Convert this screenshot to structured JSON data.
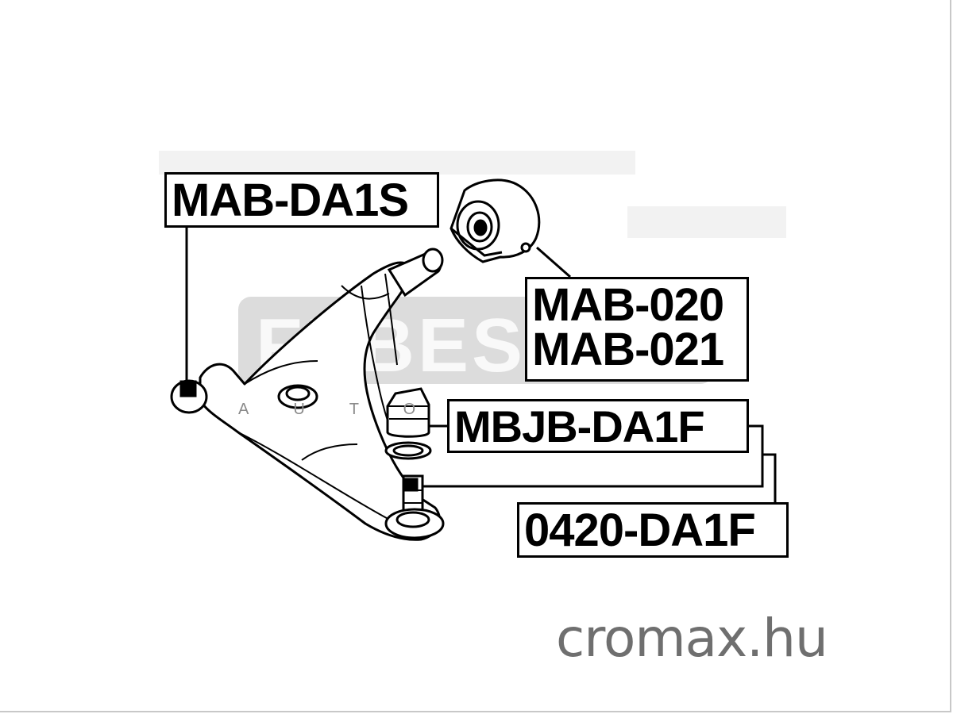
{
  "labels": {
    "lower_arm_bushing": "MAB-DA1S",
    "rear_bushing_1": "MAB-020",
    "rear_bushing_2": "MAB-021",
    "ball_joint_boot": "MBJB-DA1F",
    "ball_joint": "0420-DA1F"
  },
  "watermarks": {
    "logo_text": "FEBEST",
    "logo_subtext": "AUTOPARTS",
    "site": "cromax.hu"
  }
}
